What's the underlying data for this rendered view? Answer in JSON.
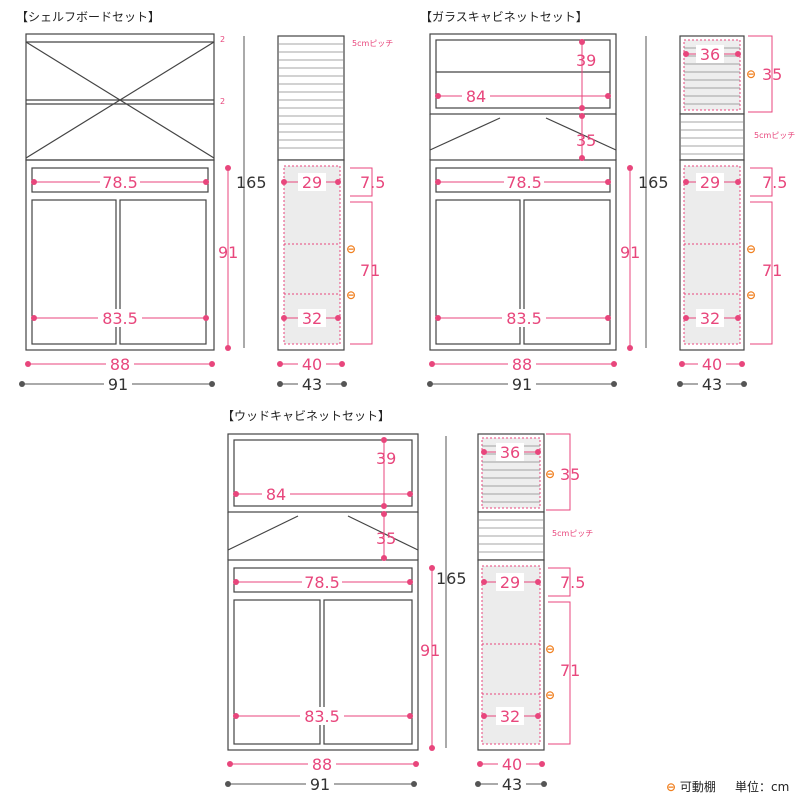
{
  "sections": {
    "shelf": {
      "title": "【シェルフボードセット】"
    },
    "glass": {
      "title": "【ガラスキャビネットセット】"
    },
    "wood": {
      "title": "【ウッドキャビネットセット】"
    }
  },
  "labels": {
    "inner_width_top": "78.5",
    "inner_width_bottom": "83.5",
    "outer_width_88": "88",
    "outer_width_91": "91",
    "height_total": "165",
    "height_91": "91",
    "side_29": "29",
    "side_32": "32",
    "side_40": "40",
    "side_43": "43",
    "side_7_5": "7.5",
    "side_71": "71",
    "cab_84": "84",
    "cab_39": "39",
    "cab_35": "35",
    "cab_36": "36",
    "gap_2": "2",
    "pitch": "5cmピッチ",
    "movable_mark": "⊖"
  },
  "legend": {
    "movable_shelf": "可動棚",
    "unit": "単位：cm"
  },
  "colors": {
    "pink": "#e8467c",
    "orange": "#f08020",
    "gray_dot": "#555555",
    "line": "#444444"
  }
}
